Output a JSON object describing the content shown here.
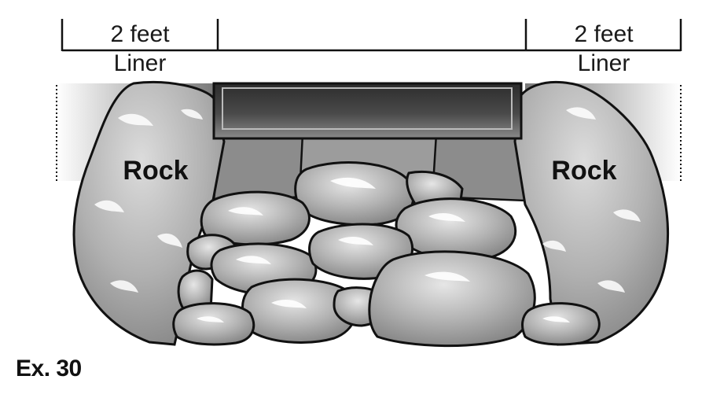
{
  "dimensions": {
    "left_measure": "2 feet",
    "left_label": "Liner",
    "right_measure": "2 feet",
    "right_label": "Liner"
  },
  "rocks": {
    "left_label": "Rock",
    "right_label": "Rock"
  },
  "caption": "Ex. 30",
  "colors": {
    "outline": "#111111",
    "rock_light": "#d9d9d9",
    "rock_mid": "#a6a6a6",
    "rock_dark": "#6e6e6e",
    "fireplace_dark": "#3a3a3a"
  }
}
